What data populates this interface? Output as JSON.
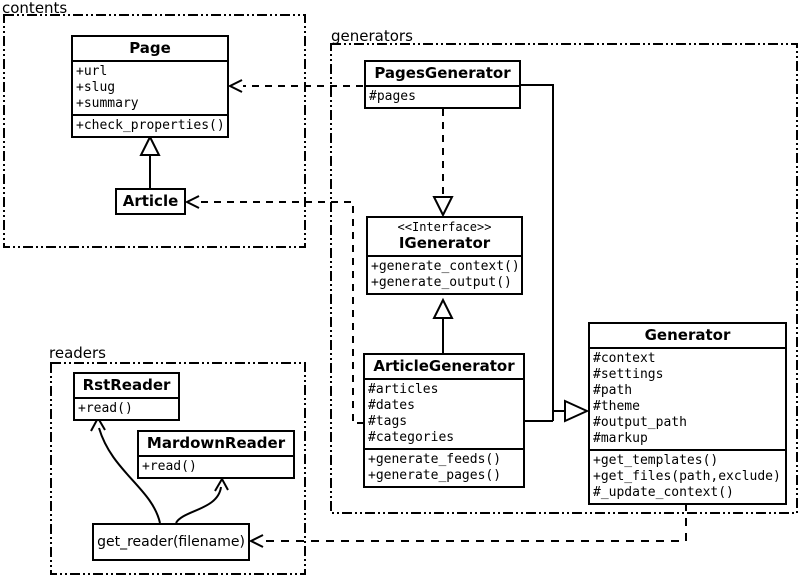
{
  "packages": {
    "contents": {
      "label": "contents"
    },
    "generators": {
      "label": "generators"
    },
    "readers": {
      "label": "readers"
    }
  },
  "classes": {
    "page": {
      "name": "Page",
      "attributes": [
        "+url",
        "+slug",
        "+summary"
      ],
      "methods": [
        "+check_properties()"
      ]
    },
    "article": {
      "name": "Article"
    },
    "pages_generator": {
      "name": "PagesGenerator",
      "attributes": [
        "#pages"
      ]
    },
    "igenerator": {
      "stereotype": "<<Interface>>",
      "name": "IGenerator",
      "methods": [
        "+generate_context()",
        "+generate_output()"
      ]
    },
    "article_generator": {
      "name": "ArticleGenerator",
      "attributes": [
        "#articles",
        "#dates",
        "#tags",
        "#categories"
      ],
      "methods": [
        "+generate_feeds()",
        "+generate_pages()"
      ]
    },
    "generator": {
      "name": "Generator",
      "attributes": [
        "#context",
        "#settings",
        "#path",
        "#theme",
        "#output_path",
        "#markup"
      ],
      "methods": [
        "+get_templates()",
        "+get_files(path,exclude)",
        "#_update_context()"
      ]
    },
    "rst_reader": {
      "name": "RstReader",
      "methods": [
        "+read()"
      ]
    },
    "markdown_reader": {
      "name": "MardownReader",
      "methods": [
        "+read()"
      ]
    },
    "get_reader": {
      "label": "get_reader(filename)"
    }
  },
  "relationships": [
    {
      "type": "generalization",
      "from": "Article",
      "to": "Page",
      "style": "solid-hollow-triangle"
    },
    {
      "type": "dependency",
      "from": "PagesGenerator",
      "to": "Page",
      "style": "dashed-open-arrow"
    },
    {
      "type": "dependency",
      "from": "ArticleGenerator",
      "to": "Article",
      "style": "dashed-open-arrow"
    },
    {
      "type": "realization",
      "from": "PagesGenerator",
      "to": "IGenerator",
      "style": "dashed-hollow-triangle"
    },
    {
      "type": "generalization",
      "from": "ArticleGenerator",
      "to": "IGenerator",
      "style": "solid-hollow-triangle"
    },
    {
      "type": "generalization",
      "from": "PagesGenerator",
      "to": "Generator",
      "style": "solid-hollow-triangle"
    },
    {
      "type": "generalization",
      "from": "ArticleGenerator",
      "to": "Generator",
      "style": "solid-hollow-triangle"
    },
    {
      "type": "dependency",
      "from": "Generator",
      "to": "get_reader(filename)",
      "style": "dashed-open-arrow"
    },
    {
      "type": "association",
      "from": "get_reader(filename)",
      "to": "RstReader",
      "style": "curved-open-arrow"
    },
    {
      "type": "association",
      "from": "get_reader(filename)",
      "to": "MardownReader",
      "style": "curved-open-arrow"
    }
  ],
  "colors": {
    "line": "#000000",
    "background": "#ffffff",
    "box_fill": "#ffffff"
  }
}
